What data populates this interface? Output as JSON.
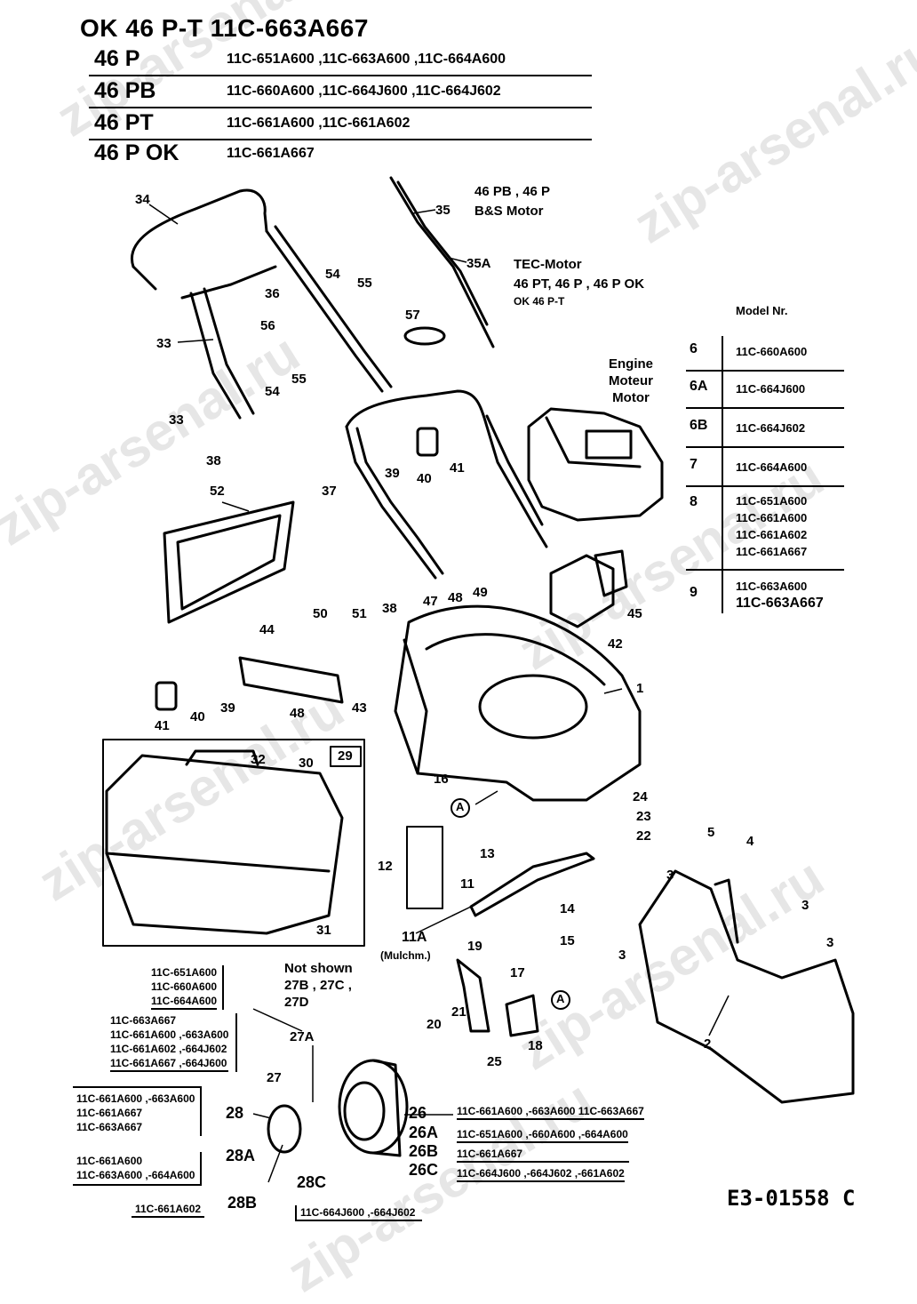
{
  "watermark": "zip-arsenal.ru",
  "title": "OK 46 P-T  11C-663A667",
  "header_rows": [
    {
      "model": "46 P",
      "codes": "11C-651A600 ,11C-663A600 ,11C-664A600"
    },
    {
      "model": "46 PB",
      "codes": "11C-660A600 ,11C-664J600 ,11C-664J602"
    },
    {
      "model": "46 PT",
      "codes": "11C-661A600 ,11C-661A602"
    },
    {
      "model": "46 P OK",
      "codes": "11C-661A667"
    }
  ],
  "motor_notes": {
    "bs_models": "46 PB , 46 P",
    "bs_motor": "B&S Motor",
    "tec_motor": "TEC-Motor",
    "tec_models": "46 PT, 46 P , 46 P OK",
    "tec_models2": "OK 46 P-T"
  },
  "engine_label": [
    "Engine",
    "Moteur",
    "Motor"
  ],
  "engine_table": {
    "header": "Model Nr.",
    "rows": [
      {
        "key": "6",
        "values": [
          "11C-660A600"
        ]
      },
      {
        "key": "6A",
        "values": [
          "11C-664J600"
        ]
      },
      {
        "key": "6B",
        "values": [
          "11C-664J602"
        ]
      },
      {
        "key": "7",
        "values": [
          "11C-664A600"
        ]
      },
      {
        "key": "8",
        "values": [
          "11C-651A600",
          "11C-661A600",
          "11C-661A602",
          "11C-661A667"
        ]
      },
      {
        "key": "9",
        "values": [
          "11C-663A600",
          "11C-663A667"
        ]
      }
    ]
  },
  "part_labels": {
    "p34": "34",
    "p35": "35",
    "p35a": "35A",
    "p36": "36",
    "p54a": "54",
    "p55a": "55",
    "p57": "57",
    "p56": "56",
    "p33a": "33",
    "p33b": "33",
    "p54b": "54",
    "p55b": "55",
    "p38a": "38",
    "p39a": "39",
    "p40a": "40",
    "p41a": "41",
    "p37": "37",
    "p52": "52",
    "p50": "50",
    "p51": "51",
    "p38b": "38",
    "p47": "47",
    "p48a": "48",
    "p49": "49",
    "p45": "45",
    "p42": "42",
    "p44": "44",
    "p41b": "41",
    "p40b": "40",
    "p39b": "39",
    "p48b": "48",
    "p43": "43",
    "p1": "1",
    "p32": "32",
    "p30": "30",
    "p29": "29",
    "p31": "31",
    "p16": "16",
    "pA1": "A",
    "p24": "24",
    "p23": "23",
    "p22": "22",
    "p12": "12",
    "p13": "13",
    "p11": "11",
    "p14": "14",
    "p15": "15",
    "p11a": "11A",
    "mulch": "(Mulchm.)",
    "p19": "19",
    "p17": "17",
    "pA2": "A",
    "p20": "20",
    "p21": "21",
    "p18": "18",
    "p25": "25",
    "p5": "5",
    "p4": "4",
    "p3a": "3",
    "p3b": "3",
    "p3c": "3",
    "p3d": "3",
    "p2": "2",
    "p27a": "27A",
    "p27": "27",
    "p28": "28",
    "p28a": "28A",
    "p28b": "28B",
    "p28c": "28C",
    "p26": "26",
    "p26a": "26A",
    "p26b": "26B",
    "p26c": "26C"
  },
  "not_shown": [
    "Not shown",
    "27B , 27C ,",
    "27D"
  ],
  "code_boxes": {
    "b27a_top": [
      "11C-651A600",
      "11C-660A600",
      "11C-664A600"
    ],
    "b27a_bottom": [
      "11C-663A667",
      "11C-661A600 ,-663A600",
      "11C-661A602 ,-664J602",
      "11C-661A667 ,-664J600"
    ],
    "b28": [
      "11C-661A600 ,-663A600",
      "11C-661A667",
      "11C-663A667"
    ],
    "b28a": [
      "11C-661A600",
      "11C-663A600 ,-664A600"
    ],
    "b28b": [
      "11C-661A602"
    ],
    "b28c": [
      "11C-664J600 ,-664J602"
    ],
    "b26": [
      "11C-661A600 ,-663A600  11C-663A667"
    ],
    "b26a": [
      "11C-651A600 ,-660A600 ,-664A600"
    ],
    "b26b": [
      "11C-661A667"
    ],
    "b26c": [
      "11C-664J600 ,-664J602 ,-661A602"
    ]
  },
  "sheet_id": "E3-01558 C"
}
